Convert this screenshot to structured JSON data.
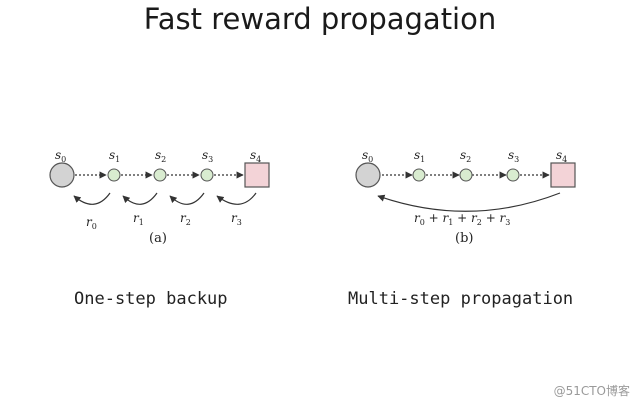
{
  "title": "Fast reward propagation",
  "panels": [
    {
      "id": "a",
      "label": "(a)",
      "caption": "One-step backup",
      "states": [
        "s0",
        "s1",
        "s2",
        "s3",
        "s4"
      ],
      "rewards": [
        "r0",
        "r1",
        "r2",
        "r3"
      ]
    },
    {
      "id": "b",
      "label": "(b)",
      "caption": "Multi-step propagation",
      "states": [
        "s0",
        "s1",
        "s2",
        "s3",
        "s4"
      ],
      "reward_sum": "r0 + r1 + r2 + r3"
    }
  ],
  "watermark": "@51CTO博客",
  "colors": {
    "start_node": "#d3d3d3",
    "mid_node": "#d9ecd0",
    "goal_node": "#f3d3d7",
    "stroke": "#555555"
  }
}
